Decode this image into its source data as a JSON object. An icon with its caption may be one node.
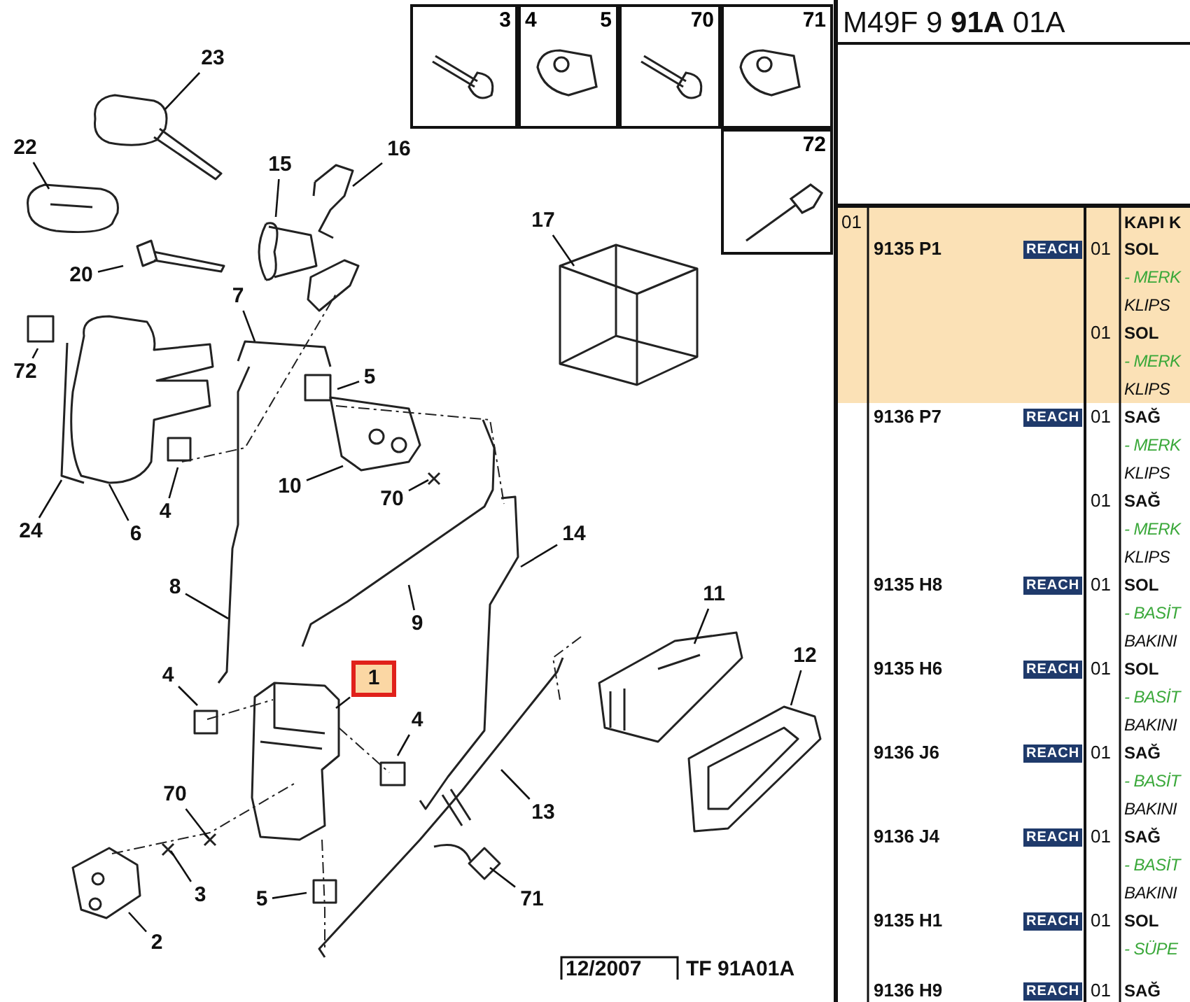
{
  "diagram": {
    "nodes": [
      {
        "text": [
          "3"
        ]
      },
      {
        "text": [
          "4",
          "5"
        ]
      },
      {
        "text": [
          "70"
        ]
      },
      {
        "text": [
          "71"
        ]
      },
      {
        "text": [
          "72"
        ]
      },
      {
        "text": [
          "23"
        ]
      },
      {
        "text": [
          "16"
        ]
      },
      {
        "text": [
          "22"
        ]
      },
      {
        "text": [
          "15"
        ]
      },
      {
        "text": [
          "17"
        ]
      },
      {
        "text": [
          "20"
        ]
      },
      {
        "text": [
          "7"
        ]
      },
      {
        "text": [
          "72"
        ]
      },
      {
        "text": [
          "5"
        ]
      },
      {
        "text": [
          "10"
        ]
      },
      {
        "text": [
          "70"
        ]
      },
      {
        "text": [
          "24"
        ]
      },
      {
        "text": [
          "6"
        ]
      },
      {
        "text": [
          "4"
        ]
      },
      {
        "text": [
          "14"
        ]
      },
      {
        "text": [
          "8"
        ]
      },
      {
        "text": [
          "9"
        ]
      },
      {
        "text": [
          "11"
        ]
      },
      {
        "text": [
          "12"
        ]
      },
      {
        "text": [
          "1"
        ]
      },
      {
        "text": [
          "4"
        ]
      },
      {
        "text": [
          "4"
        ]
      },
      {
        "text": [
          "70"
        ]
      },
      {
        "text": [
          "13"
        ]
      },
      {
        "text": [
          "3"
        ]
      },
      {
        "text": [
          "5"
        ]
      },
      {
        "text": [
          "71"
        ]
      },
      {
        "text": [
          "2"
        ]
      }
    ],
    "edges": [
      {
        "from": 5,
        "to": null,
        "arrow": "none"
      },
      {
        "from": 6,
        "to": null,
        "arrow": "none"
      },
      {
        "from": 7,
        "to": null,
        "arrow": "none"
      },
      {
        "from": 8,
        "to": null,
        "arrow": "none"
      },
      {
        "from": 9,
        "to": null,
        "arrow": "none"
      },
      {
        "from": 10,
        "to": null,
        "arrow": "none"
      },
      {
        "from": 11,
        "to": null,
        "arrow": "none"
      },
      {
        "from": 12,
        "to": null,
        "arrow": "none"
      },
      {
        "from": 13,
        "to": null,
        "arrow": "none"
      },
      {
        "from": 14,
        "to": null,
        "arrow": "none"
      },
      {
        "from": 15,
        "to": null,
        "arrow": "none"
      },
      {
        "from": 16,
        "to": null,
        "arrow": "none"
      },
      {
        "from": 17,
        "to": null,
        "arrow": "none"
      },
      {
        "from": 18,
        "to": null,
        "arrow": "none"
      },
      {
        "from": 19,
        "to": null,
        "arrow": "none"
      },
      {
        "from": 20,
        "to": null,
        "arrow": "none"
      },
      {
        "from": 21,
        "to": null,
        "arrow": "none"
      },
      {
        "from": 22,
        "to": null,
        "arrow": "none"
      },
      {
        "from": 23,
        "to": null,
        "arrow": "none"
      },
      {
        "from": 24,
        "to": null,
        "arrow": "none"
      },
      {
        "from": 25,
        "to": null,
        "arrow": "none"
      },
      {
        "from": 26,
        "to": null,
        "arrow": "none"
      },
      {
        "from": 27,
        "to": null,
        "arrow": "none"
      },
      {
        "from": 28,
        "to": null,
        "arrow": "none"
      },
      {
        "from": 29,
        "to": null,
        "arrow": "none"
      },
      {
        "from": 30,
        "to": null,
        "arrow": "none"
      },
      {
        "from": 31,
        "to": null,
        "arrow": "none"
      },
      {
        "from": 32,
        "to": null,
        "arrow": "none"
      }
    ],
    "labels": [
      "M49F 9 **91A** 01A",
      "01",
      "KAPI K",
      "9135 P1",
      "REACH",
      "01",
      "SOL",
      "- MERK",
      "KLIPS",
      "01",
      "SOL",
      "- MERK",
      "KLIPS",
      "9136 P7",
      "REACH",
      "01",
      "SAĞ",
      "- MERK",
      "KLIPS",
      "01",
      "SAĞ",
      "- MERK",
      "KLIPS",
      "9135 H8",
      "REACH",
      "01",
      "SOL",
      "- BASİT",
      "BAKINI",
      "9135 H6",
      "REACH",
      "01",
      "SOL",
      "- BASİT",
      "BAKINI",
      "9136 J6",
      "REACH",
      "01",
      "SAĞ",
      "- BASİT",
      "BAKINI",
      "9136 J4",
      "REACH",
      "01",
      "SAĞ",
      "- BASİT",
      "BAKINI",
      "9135 H1",
      "REACH",
      "01",
      "SOL",
      "- SÜPE",
      "9136 H9",
      "REACH",
      "01",
      "SAĞ",
      "12/2007",
      "TF 91A01A"
    ]
  }
}
